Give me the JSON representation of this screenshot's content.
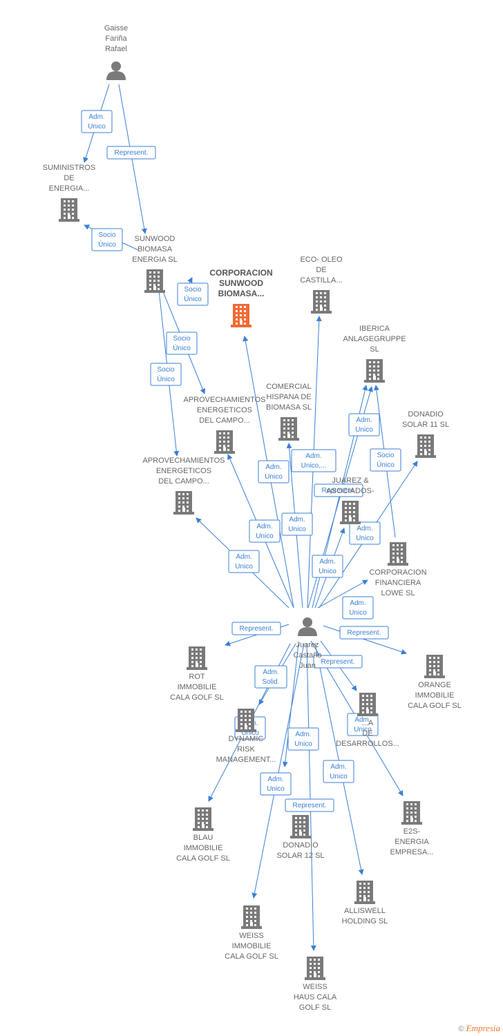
{
  "colors": {
    "edge": "#3a7fd5",
    "node": "#7a7a7a",
    "focus": "#f06b35"
  },
  "nodes": [
    {
      "id": "gaisse",
      "type": "person",
      "lines": [
        "Gaisse",
        "Fariña",
        "Rafael"
      ]
    },
    {
      "id": "suministros",
      "type": "company",
      "lines": [
        "SUMINISTROS",
        "DE",
        "ENERGIA..."
      ]
    },
    {
      "id": "sunwood",
      "type": "company",
      "lines": [
        "SUNWOOD",
        "BIOMASA",
        "ENERGIA  SL"
      ]
    },
    {
      "id": "corporacion_sunwood",
      "type": "focus",
      "lines": [
        "CORPORACION",
        "SUNWOOD",
        "BIOMASA..."
      ]
    },
    {
      "id": "eco",
      "type": "company",
      "lines": [
        "ECO- OLEO",
        "DE",
        "CASTILLA..."
      ]
    },
    {
      "id": "iberica",
      "type": "company",
      "lines": [
        "IBERICA",
        "ANLAGEGRUPPE",
        "SL"
      ]
    },
    {
      "id": "aprov1",
      "type": "company",
      "lines": [
        "APROVECHAMIENTOS",
        "ENERGETICOS",
        "DEL CAMPO..."
      ]
    },
    {
      "id": "comercial",
      "type": "company",
      "lines": [
        "COMERCIAL",
        "HISPANA DE",
        "BIOMASA  SL"
      ]
    },
    {
      "id": "donadio11",
      "type": "company",
      "lines": [
        "DONADIO",
        "SOLAR 11 SL"
      ]
    },
    {
      "id": "aprov2",
      "type": "company",
      "lines": [
        "APROVECHAMIENTOS",
        "ENERGETICOS",
        "DEL CAMPO..."
      ]
    },
    {
      "id": "juarez_asoc",
      "type": "company",
      "lines": [
        "JUAREZ &",
        "ASOCIADOS-"
      ]
    },
    {
      "id": "corp_fin",
      "type": "company",
      "lines": [
        "CORPORACION",
        "FINANCIERA",
        "LOWE  SL"
      ]
    },
    {
      "id": "juarez",
      "type": "person",
      "lines": [
        "Juarez",
        "Castaño",
        "Juan"
      ]
    },
    {
      "id": "rot",
      "type": "company",
      "lines": [
        "ROT",
        "IMMOBILIE",
        "CALA GOLF  SL"
      ]
    },
    {
      "id": "orange",
      "type": "company",
      "lines": [
        "ORANGE",
        "IMMOBILIE",
        "CALA GOLF SL"
      ]
    },
    {
      "id": "dynamic",
      "type": "company",
      "lines": [
        "DYNAMIC",
        "RISK",
        "MANAGEMENT..."
      ]
    },
    {
      "id": "desarrollos",
      "type": "company",
      "lines": [
        "...A",
        "DE",
        "DESARROLLOS..."
      ]
    },
    {
      "id": "blau",
      "type": "company",
      "lines": [
        "BLAU",
        "IMMOBILIE",
        "CALA GOLF  SL"
      ]
    },
    {
      "id": "donadio12",
      "type": "company",
      "lines": [
        "DONADIO",
        "SOLAR 12 SL"
      ]
    },
    {
      "id": "e2s",
      "type": "company",
      "lines": [
        "E2S-",
        "ENERGIA",
        "EMPRESA..."
      ]
    },
    {
      "id": "alliswell",
      "type": "company",
      "lines": [
        "ALLISWELL",
        "HOLDING SL"
      ]
    },
    {
      "id": "weiss_imm",
      "type": "company",
      "lines": [
        "WEISS",
        "IMMOBILIE",
        "CALA GOLF  SL"
      ]
    },
    {
      "id": "weiss_haus",
      "type": "company",
      "lines": [
        "WEISS",
        "HAUS CALA",
        "GOLF  SL"
      ]
    }
  ],
  "edges": [
    {
      "from": "gaisse",
      "to": "suministros",
      "label": [
        "Adm.",
        "Unico"
      ]
    },
    {
      "from": "gaisse",
      "to": "sunwood",
      "label": [
        "Represent."
      ]
    },
    {
      "from": "sunwood",
      "to": "suministros",
      "label": [
        "Socio",
        "Único"
      ]
    },
    {
      "from": "sunwood",
      "to": "corporacion_sunwood",
      "label": [
        "Socio",
        "Único"
      ]
    },
    {
      "from": "sunwood",
      "to": "aprov1",
      "label": [
        "Socio",
        "Único"
      ]
    },
    {
      "from": "sunwood",
      "to": "aprov2",
      "label": [
        "Socio",
        "Único"
      ]
    },
    {
      "from": "juarez",
      "to": "corporacion_sunwood",
      "label": [
        "Adm.",
        "Unico"
      ]
    },
    {
      "from": "juarez",
      "to": "eco",
      "label": [
        "Adm.",
        "Unico,..."
      ]
    },
    {
      "from": "juarez",
      "to": "iberica",
      "label": [
        "Adm.",
        "Unico"
      ]
    },
    {
      "from": "corp_fin",
      "to": "iberica",
      "label": [
        "Socio",
        "Único"
      ]
    },
    {
      "from": "juarez",
      "to": "aprov1",
      "label": [
        "Adm.",
        "Unico"
      ]
    },
    {
      "from": "juarez",
      "to": "comercial",
      "label": [
        "Adm.",
        "Unico"
      ]
    },
    {
      "from": "juarez",
      "to": "donadio11",
      "label": [
        "Adm.",
        "Unico"
      ]
    },
    {
      "from": "juarez",
      "to": "aprov2",
      "label": [
        "Adm.",
        "Unico"
      ]
    },
    {
      "from": "juarez",
      "to": "juarez_asoc",
      "label": [
        "Represent."
      ]
    },
    {
      "from": "juarez",
      "to": "juarez_asoc",
      "label": [
        "Adm.",
        "Unico"
      ]
    },
    {
      "from": "juarez",
      "to": "corp_fin",
      "label": [
        "Adm.",
        "Unico"
      ]
    },
    {
      "from": "juarez",
      "to": "rot",
      "label": [
        "Represent."
      ]
    },
    {
      "from": "juarez",
      "to": "orange",
      "label": [
        "Represent."
      ]
    },
    {
      "from": "juarez",
      "to": "dynamic",
      "label": [
        "Adm.",
        "Solid."
      ]
    },
    {
      "from": "juarez",
      "to": "desarrollos",
      "label": [
        "Represent."
      ]
    },
    {
      "from": "juarez",
      "to": "blau",
      "label": [
        "Adm.",
        "Unico"
      ]
    },
    {
      "from": "juarez",
      "to": "donadio12",
      "label": [
        "Adm.",
        "Unico"
      ]
    },
    {
      "from": "juarez",
      "to": "e2s",
      "label": [
        "Adm.",
        "Unico"
      ]
    },
    {
      "from": "juarez",
      "to": "alliswell",
      "label": [
        "Adm.",
        "Unico"
      ]
    },
    {
      "from": "juarez",
      "to": "weiss_imm",
      "label": [
        "Adm.",
        "Unico"
      ]
    },
    {
      "from": "juarez",
      "to": "weiss_haus",
      "label": [
        "Represent."
      ]
    }
  ],
  "footer": {
    "copyright": "©",
    "brand": "Empresia"
  }
}
